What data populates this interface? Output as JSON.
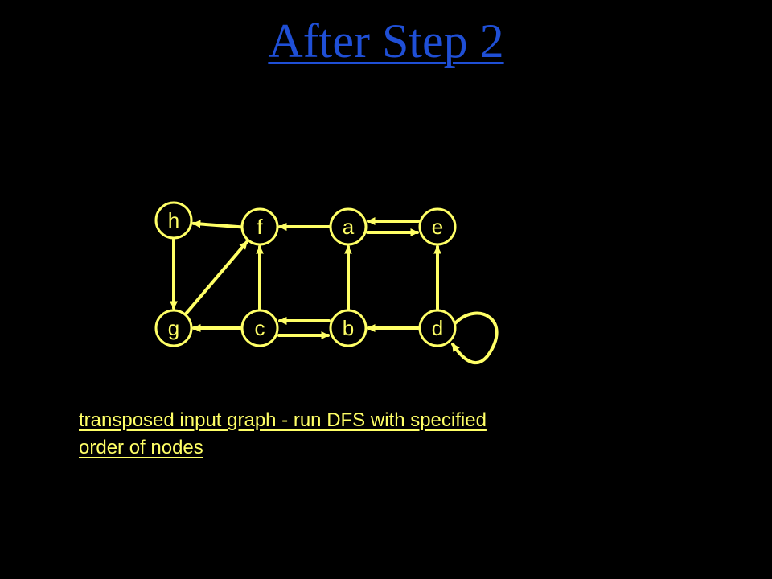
{
  "title": "After Step 2",
  "caption": "transposed input graph - run DFS with specified order of nodes",
  "colors": {
    "background": "#000000",
    "title": "#1f4fd6",
    "graph": "#ffff66",
    "caption": "#ffff66",
    "node_fill": "#000000"
  },
  "graph": {
    "nodes": [
      {
        "id": "h",
        "label": "h"
      },
      {
        "id": "f",
        "label": "f"
      },
      {
        "id": "a",
        "label": "a"
      },
      {
        "id": "e",
        "label": "e"
      },
      {
        "id": "g",
        "label": "g"
      },
      {
        "id": "c",
        "label": "c"
      },
      {
        "id": "b",
        "label": "b"
      },
      {
        "id": "d",
        "label": "d"
      }
    ],
    "edges": [
      {
        "from": "f",
        "to": "h"
      },
      {
        "from": "a",
        "to": "f"
      },
      {
        "from": "a",
        "to": "e"
      },
      {
        "from": "e",
        "to": "a"
      },
      {
        "from": "h",
        "to": "g"
      },
      {
        "from": "g",
        "to": "f"
      },
      {
        "from": "c",
        "to": "f"
      },
      {
        "from": "b",
        "to": "a"
      },
      {
        "from": "d",
        "to": "e"
      },
      {
        "from": "c",
        "to": "g"
      },
      {
        "from": "b",
        "to": "c"
      },
      {
        "from": "c",
        "to": "b"
      },
      {
        "from": "d",
        "to": "b"
      },
      {
        "from": "d",
        "to": "d"
      }
    ]
  }
}
